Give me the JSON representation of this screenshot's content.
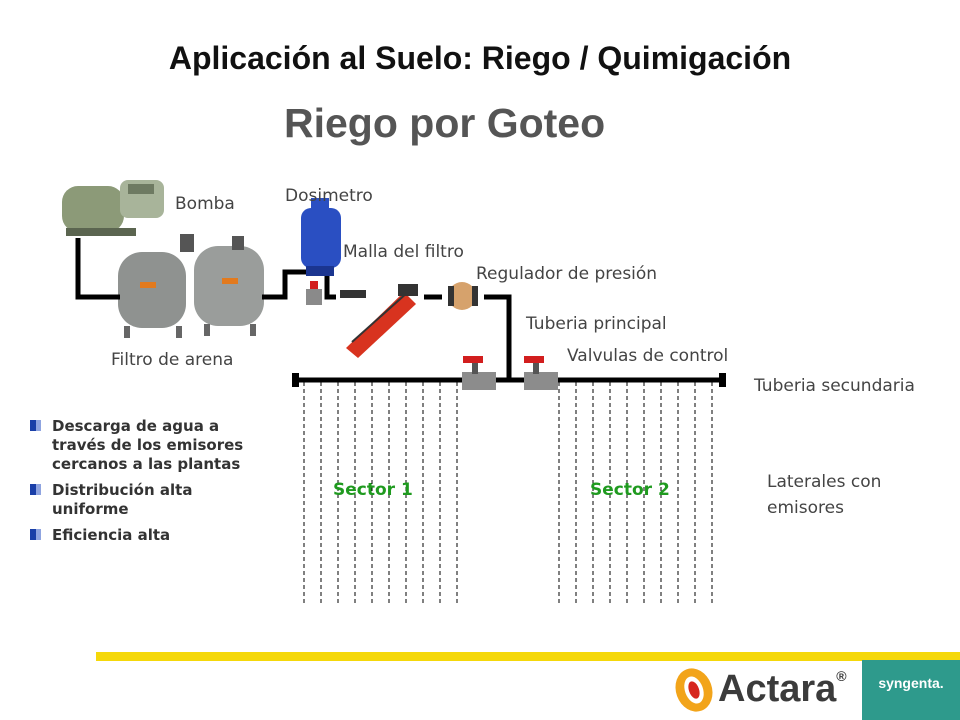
{
  "title": "Aplicación al Suelo: Riego / Quimigación",
  "subtitle": "Riego por Goteo",
  "labels": {
    "bomba": "Bomba",
    "dosimetro": "Dosimetro",
    "malla": "Malla del filtro",
    "regulador": "Regulador de presión",
    "tuberia_principal": "Tuberia principal",
    "valvulas": "Valvulas de control",
    "filtro_arena": "Filtro de arena",
    "tuberia_secundaria": "Tuberia secundaria",
    "laterales_line1": "Laterales con",
    "laterales_line2": "emisores",
    "sector1": "Sector 1",
    "sector2": "Sector 2"
  },
  "bullets": [
    "Descarga de agua a través de los emisores cercanos a las plantas",
    "Distribución alta uniforme",
    "Eficiencia alta"
  ],
  "footer": {
    "brand": "Actara",
    "brand_mark": "®",
    "company": "syngenta."
  },
  "colors": {
    "sector_text": "#1f9a1f",
    "footer_bar": "#f5d80a",
    "syngenta_box": "#2e9a8c",
    "bullet_mark": "#1a3fa8"
  }
}
